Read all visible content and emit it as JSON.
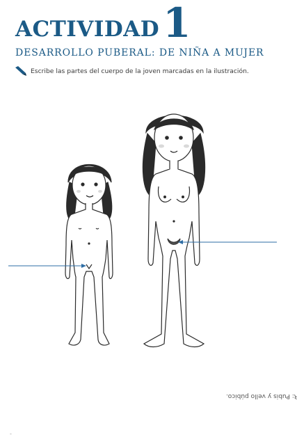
{
  "activity": {
    "word": "ACTIVIDAD",
    "number": "1"
  },
  "subtitle": "DESARROLLO PUBERAL: DE NIÑA A MUJER",
  "instruction": "Escribe las partes del cuerpo de la joven marcadas en la ilustración.",
  "answer": "R: Pubis y vello púbico.",
  "corner_mark": "-",
  "colors": {
    "accent": "#1b5a86",
    "arrow": "#2e6da4"
  }
}
